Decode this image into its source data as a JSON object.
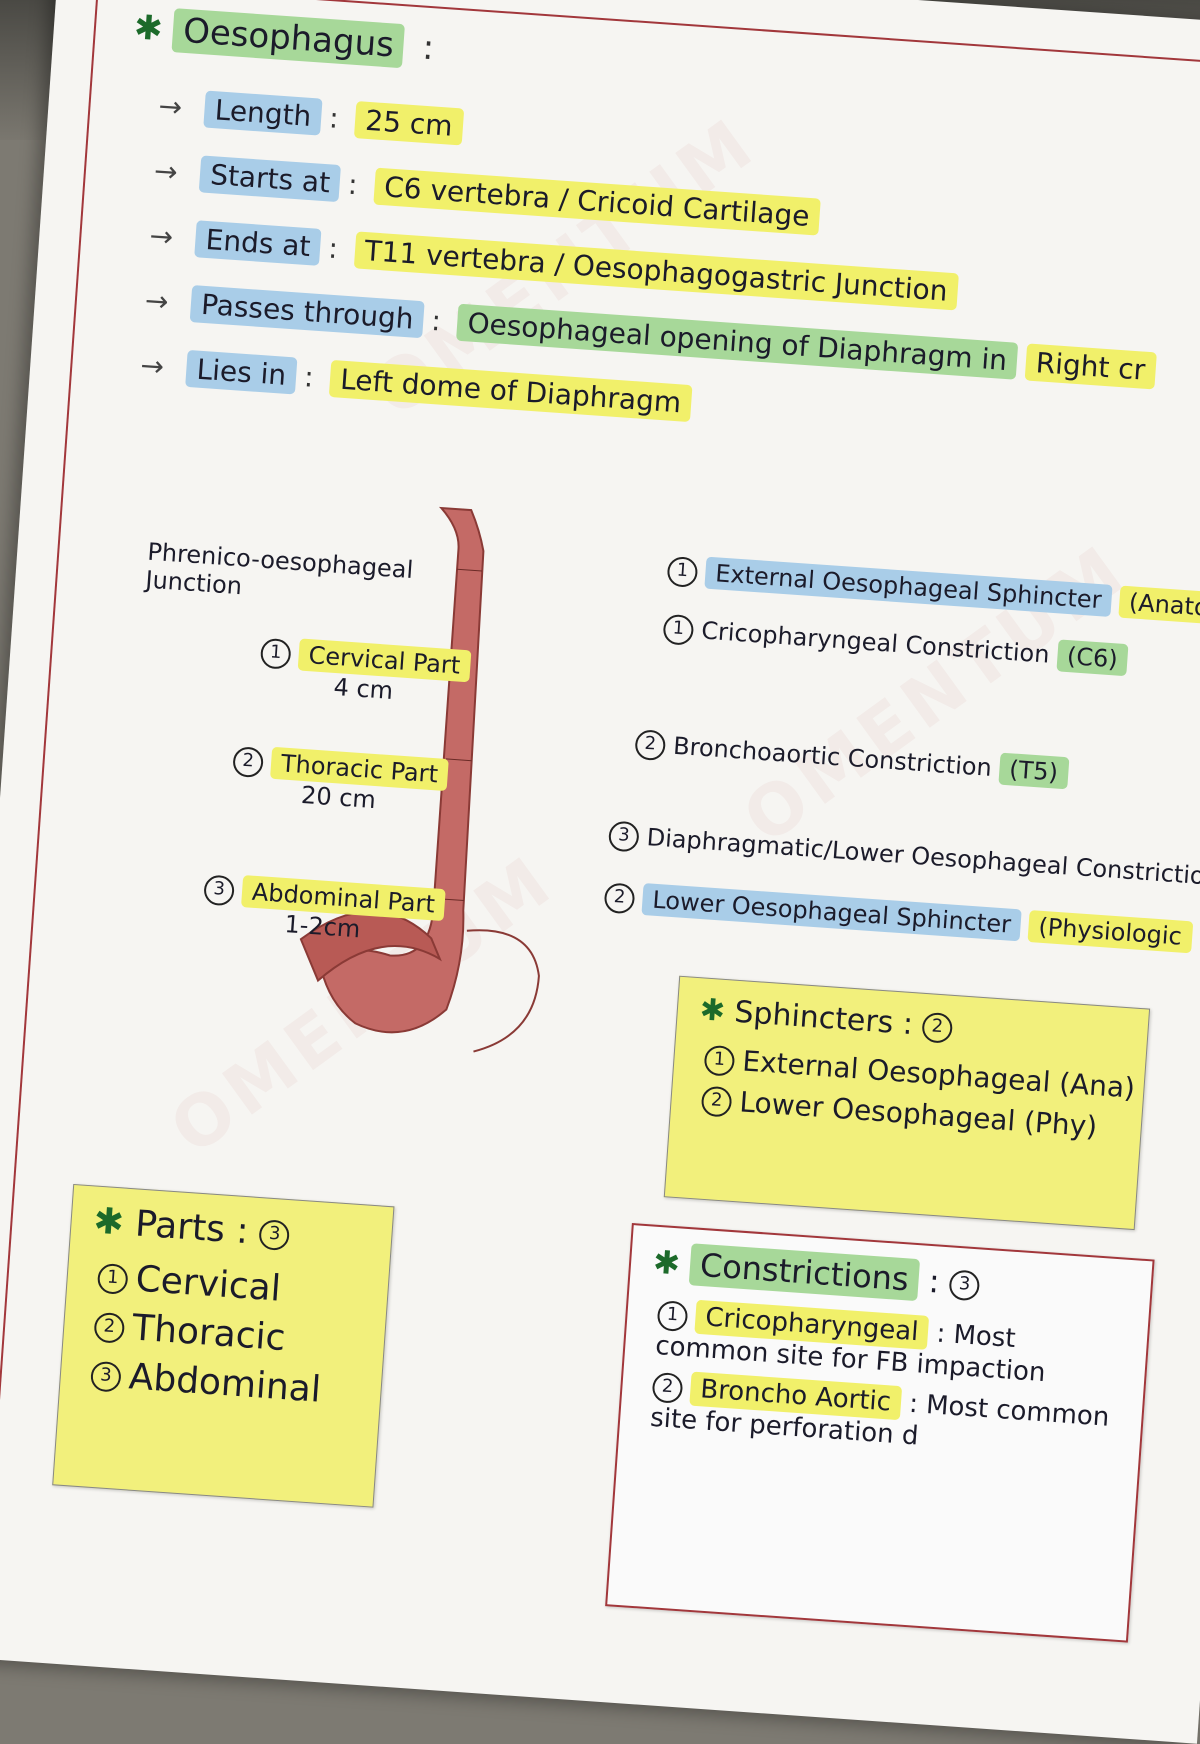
{
  "icons": {
    "star": "✱",
    "arrow": "→"
  },
  "watermark": "OMENTUM",
  "numbers": {
    "n1": "1",
    "n2": "2",
    "n3": "3"
  },
  "header": {
    "title": "Oesophagus",
    "colon": ":"
  },
  "facts": [
    {
      "key": "Length",
      "value": "25 cm"
    },
    {
      "key": "Starts at",
      "value": "C6 vertebra / Cricoid Cartilage"
    },
    {
      "key": "Ends at",
      "value": "T11 vertebra / Oesophagogastric Junction"
    },
    {
      "key": "Passes through",
      "value": "Oesophageal opening of Diaphragm in",
      "extra": "Right cr"
    },
    {
      "key": "Lies in",
      "value": "Left dome of Diaphragm"
    }
  ],
  "diagram": {
    "left": {
      "phrenico_line1": "Phrenico-oesophageal",
      "phrenico_line2": "Junction",
      "parts": [
        {
          "name": "Cervical Part",
          "length": "4 cm"
        },
        {
          "name": "Thoracic Part",
          "length": "20 cm"
        },
        {
          "name": "Abdominal Part",
          "length": "1-2cm"
        }
      ]
    },
    "right": [
      {
        "text": "External Oesophageal Sphincter",
        "tag": "(Anatom"
      },
      {
        "text": "Cricopharyngeal Constriction",
        "tag": "(C6)"
      },
      {
        "text": "Bronchoaortic Constriction",
        "tag": "(T5)"
      },
      {
        "text": "Diaphragmatic/Lower Oesophageal Constrictio"
      },
      {
        "text": "Lower Oesophageal Sphincter",
        "tag": "(Physiologic"
      }
    ]
  },
  "sphincters": {
    "title": "Sphincters",
    "items": [
      "External Oesophageal (Ana)",
      "Lower Oesophageal (Phy)"
    ]
  },
  "parts": {
    "title": "Parts",
    "items": [
      "Cervical",
      "Thoracic",
      "Abdominal"
    ]
  },
  "constrictions": {
    "title": "Constrictions",
    "items": [
      {
        "name": "Cricopharyngeal",
        "note": "Most common site for FB impaction"
      },
      {
        "name": "Broncho Aortic",
        "note": "Most common site for perforation d"
      }
    ]
  }
}
